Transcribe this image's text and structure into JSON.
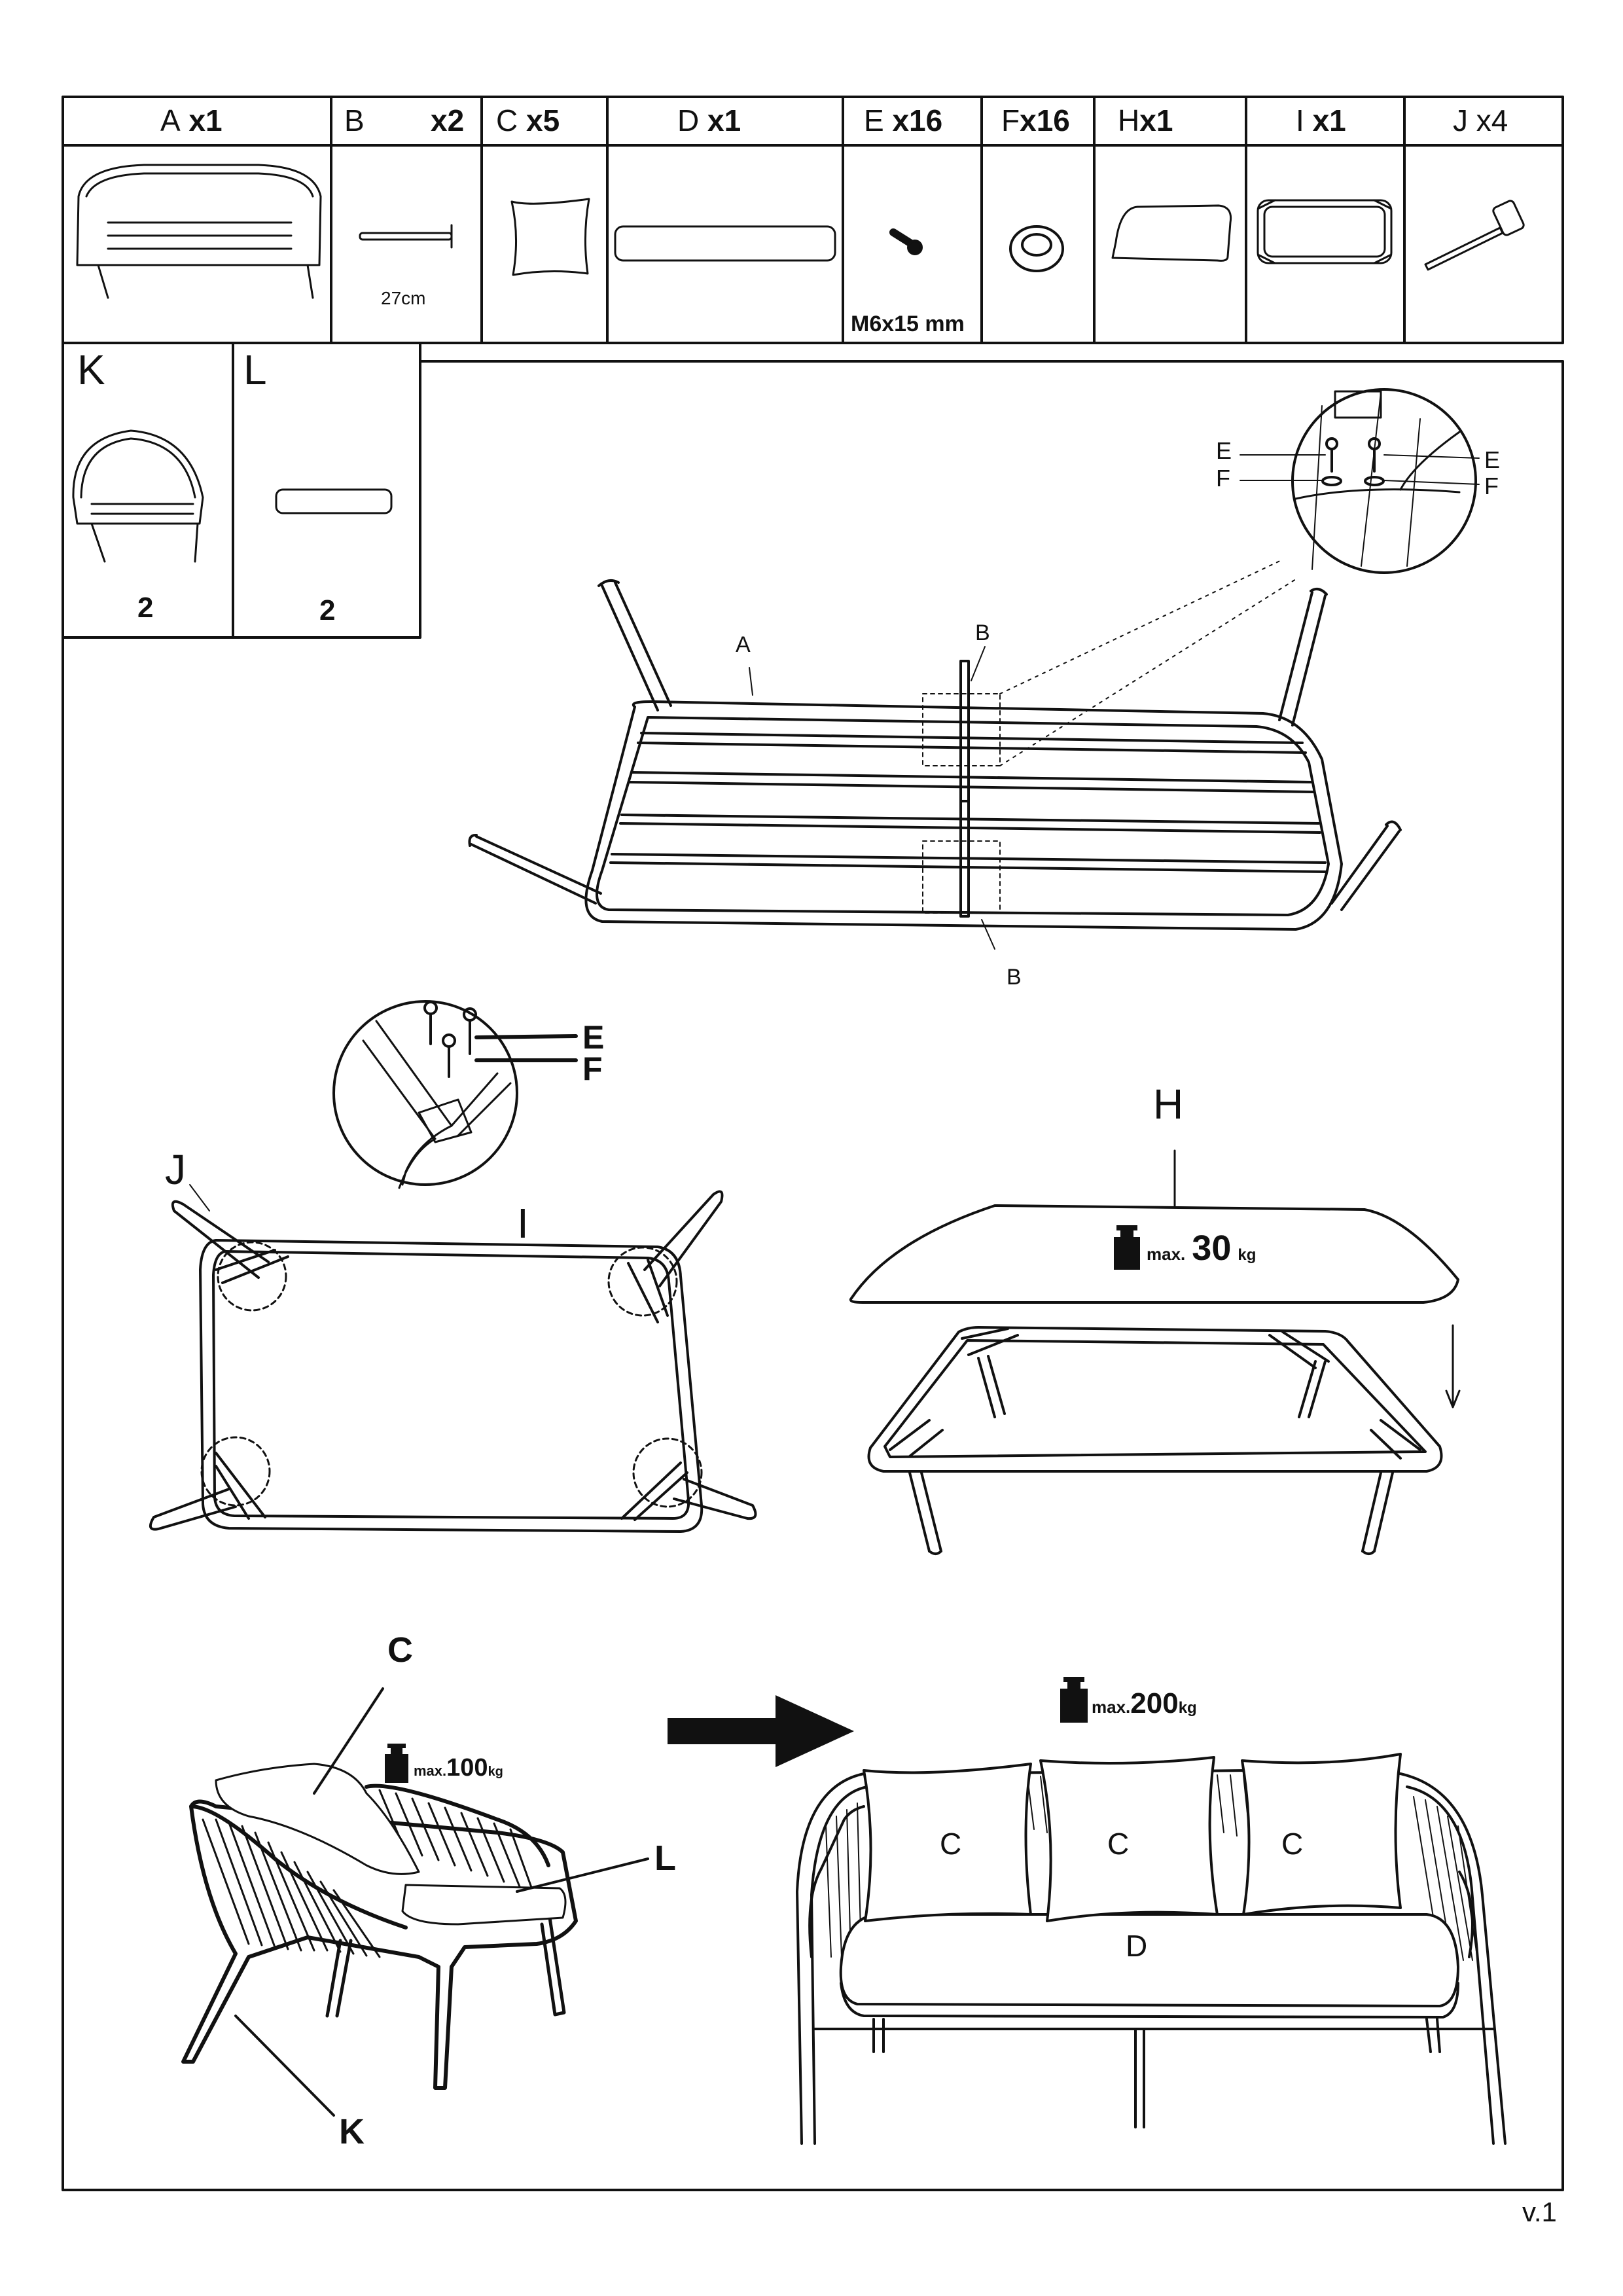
{
  "parts": [
    {
      "letter": "A",
      "qty": "x1"
    },
    {
      "letter": "B",
      "qty": "x2",
      "note": "27cm"
    },
    {
      "letter": "C",
      "qty": "x5"
    },
    {
      "letter": "D",
      "qty": "x1"
    },
    {
      "letter": "E",
      "qty": "x16",
      "note": "M6x15 mm"
    },
    {
      "letter": "F",
      "qty": "x16"
    },
    {
      "letter": "H",
      "qty": "x1"
    },
    {
      "letter": "I",
      "qty": "x1"
    },
    {
      "letter": "J",
      "qty": "x4"
    }
  ],
  "extra_parts": [
    {
      "letter": "K",
      "count": "2"
    },
    {
      "letter": "L",
      "count": "2"
    }
  ],
  "step1": {
    "label_A": "A",
    "label_B_top": "B",
    "label_B_bottom": "B",
    "detail_E1": "E",
    "detail_F1": "F",
    "detail_E2": "E",
    "detail_F2": "F"
  },
  "step2": {
    "label_J": "J",
    "label_I": "I",
    "detail_E": "E",
    "detail_F": "F"
  },
  "step3": {
    "label_H": "H",
    "max_prefix": "max.",
    "max_value": "30",
    "max_unit": "kg"
  },
  "step4": {
    "label_C": "C",
    "label_L": "L",
    "label_K": "K",
    "max_prefix": "max.",
    "max_value": "100",
    "max_unit": "kg"
  },
  "step5": {
    "cushion_1": "C",
    "cushion_2": "C",
    "cushion_3": "C",
    "seat": "D",
    "max_prefix": "max.",
    "max_value": "200",
    "max_unit": "kg"
  },
  "version": "v.1"
}
